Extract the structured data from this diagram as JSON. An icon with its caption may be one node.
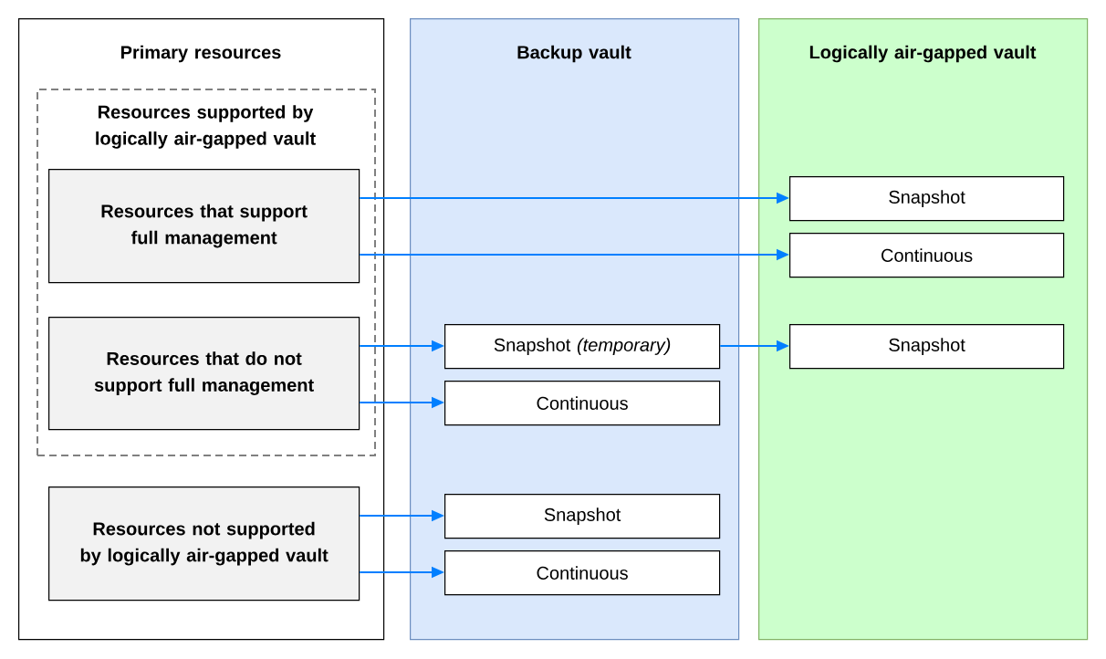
{
  "diagram": {
    "nodes": [
      {
        "text": [
          "Primary resources"
        ]
      },
      {
        "text": [
          "Backup vault"
        ]
      },
      {
        "text": [
          "Logically air-gapped vault"
        ]
      },
      {
        "text": [
          "Resources supported by logically air-gapped vault"
        ],
        "in": 0
      },
      {
        "text": [
          "Resources that support full management"
        ],
        "in": 3
      },
      {
        "text": [
          "Resources that do not support full management"
        ],
        "in": 3
      },
      {
        "text": [
          "Resources not supported by logically air-gapped vault"
        ],
        "in": 0
      },
      {
        "text": [
          "Snapshot *(temporary)*"
        ],
        "in": 1
      },
      {
        "text": [
          "Continuous"
        ],
        "in": 1
      },
      {
        "text": [
          "Snapshot"
        ],
        "in": 1
      },
      {
        "text": [
          "Continuous"
        ],
        "in": 1
      },
      {
        "text": [
          "Snapshot"
        ],
        "in": 2
      },
      {
        "text": [
          "Continuous"
        ],
        "in": 2
      },
      {
        "text": [
          "Snapshot"
        ],
        "in": 2
      }
    ],
    "edges": [
      {
        "from": 4,
        "to": 11,
        "arrow": "to"
      },
      {
        "from": 4,
        "to": 12,
        "arrow": "to"
      },
      {
        "from": 5,
        "to": 7,
        "arrow": "to"
      },
      {
        "from": 5,
        "to": 8,
        "arrow": "to"
      },
      {
        "from": 7,
        "to": 13,
        "arrow": "to"
      },
      {
        "from": 6,
        "to": 9,
        "arrow": "to"
      },
      {
        "from": 6,
        "to": 10,
        "arrow": "to"
      }
    ]
  }
}
